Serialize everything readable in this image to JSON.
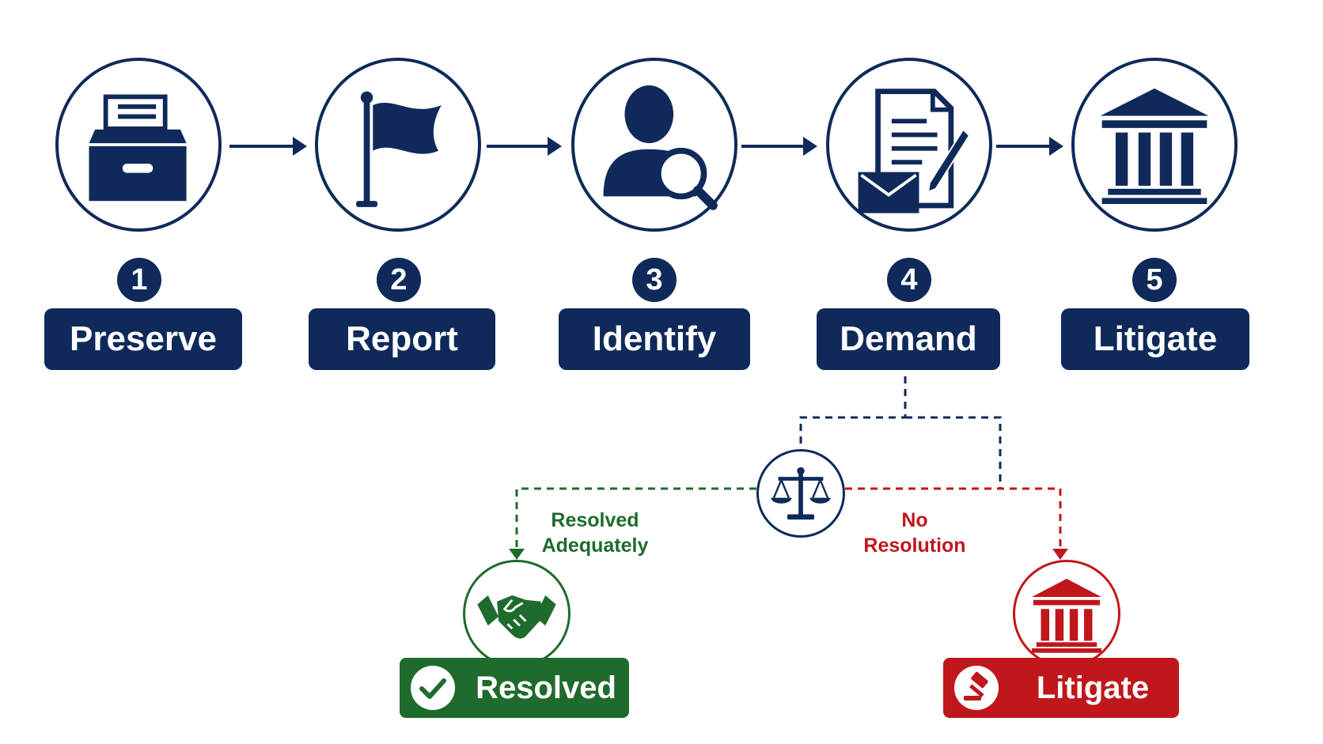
{
  "steps": [
    {
      "number": "1",
      "label": "Preserve",
      "icon": "archive-box-icon"
    },
    {
      "number": "2",
      "label": "Report",
      "icon": "flag-icon"
    },
    {
      "number": "3",
      "label": "Identify",
      "icon": "person-search-icon"
    },
    {
      "number": "4",
      "label": "Demand",
      "icon": "document-letter-pen-icon"
    },
    {
      "number": "5",
      "label": "Litigate",
      "icon": "courthouse-icon"
    }
  ],
  "decision": {
    "icon": "scales-of-justice-icon",
    "resolved_branch": {
      "text_line1": "Resolved",
      "text_line2": "Adequately",
      "color": "#1f6b2e"
    },
    "unresolved_branch": {
      "text_line1": "No",
      "text_line2": "Resolution",
      "color": "#c0171c"
    }
  },
  "outcomes": {
    "resolved": {
      "label": "Resolved",
      "icon": "handshake-icon",
      "badge_icon": "checkmark-icon",
      "color": "#1f6b2e"
    },
    "litigate": {
      "label": "Litigate",
      "icon": "courthouse-icon",
      "badge_icon": "gavel-icon",
      "color": "#c0171c"
    }
  },
  "colors": {
    "navy": "#0f2a5a",
    "green": "#1f6b2e",
    "red": "#c0171c"
  }
}
